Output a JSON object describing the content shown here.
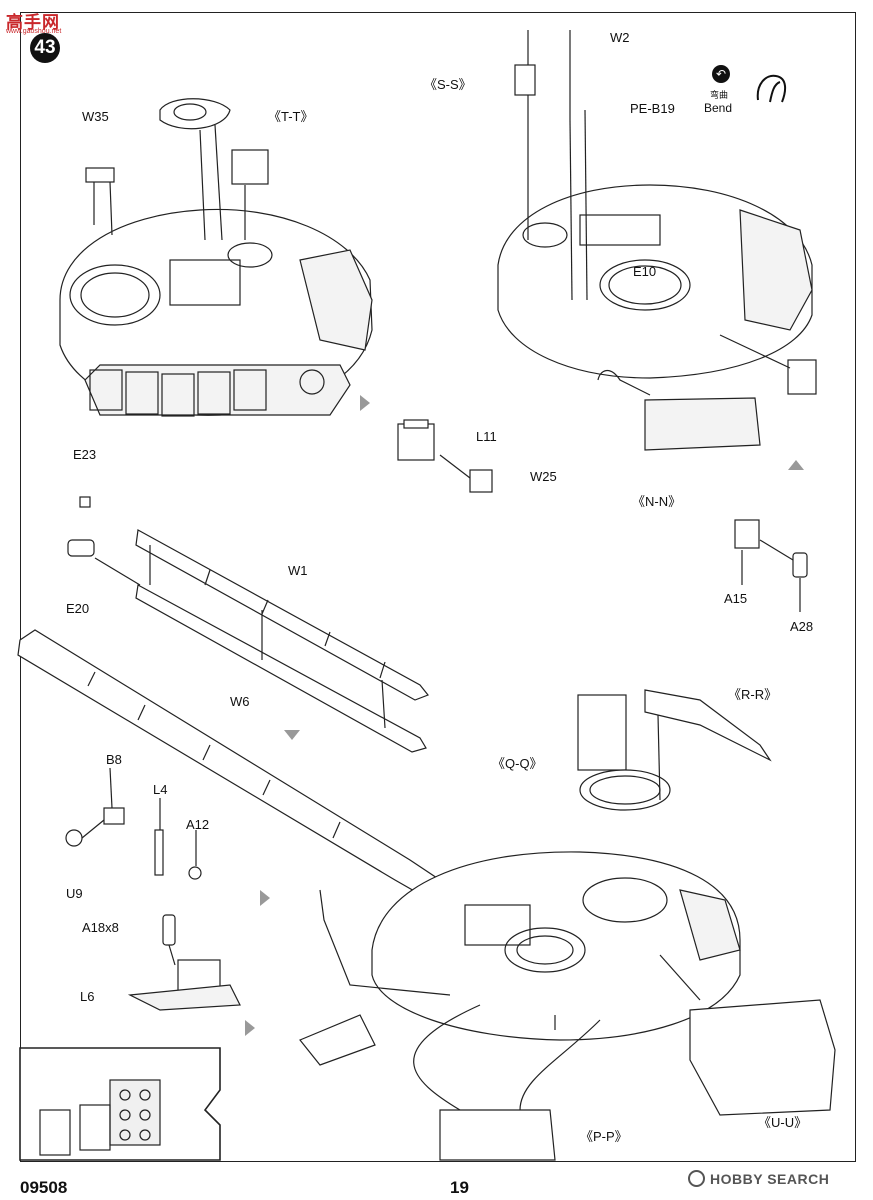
{
  "watermark": {
    "text": "高手网",
    "sub": "www.gaoshou.net"
  },
  "step_number": "43",
  "bend": {
    "icon": "bend-symbol-icon",
    "label_cn": "弯曲",
    "label_en": "Bend"
  },
  "labels": {
    "w35": "W35",
    "tt": "《T-T》",
    "ss": "《S-S》",
    "w2": "W2",
    "peb19": "PE-B19",
    "e10": "E10",
    "l11": "L11",
    "w25": "W25",
    "nn": "《N-N》",
    "e23": "E23",
    "e20": "E20",
    "w1": "W1",
    "w6": "W6",
    "a15": "A15",
    "a28": "A28",
    "rr": "《R-R》",
    "qq": "《Q-Q》",
    "b8": "B8",
    "l4": "L4",
    "a12": "A12",
    "u9": "U9",
    "a18": "A18x8",
    "l6": "L6",
    "pp": "《P-P》",
    "uu": "《U-U》"
  },
  "footer": {
    "code": "09508",
    "page": "19",
    "brand": "HOBBY SEARCH"
  }
}
